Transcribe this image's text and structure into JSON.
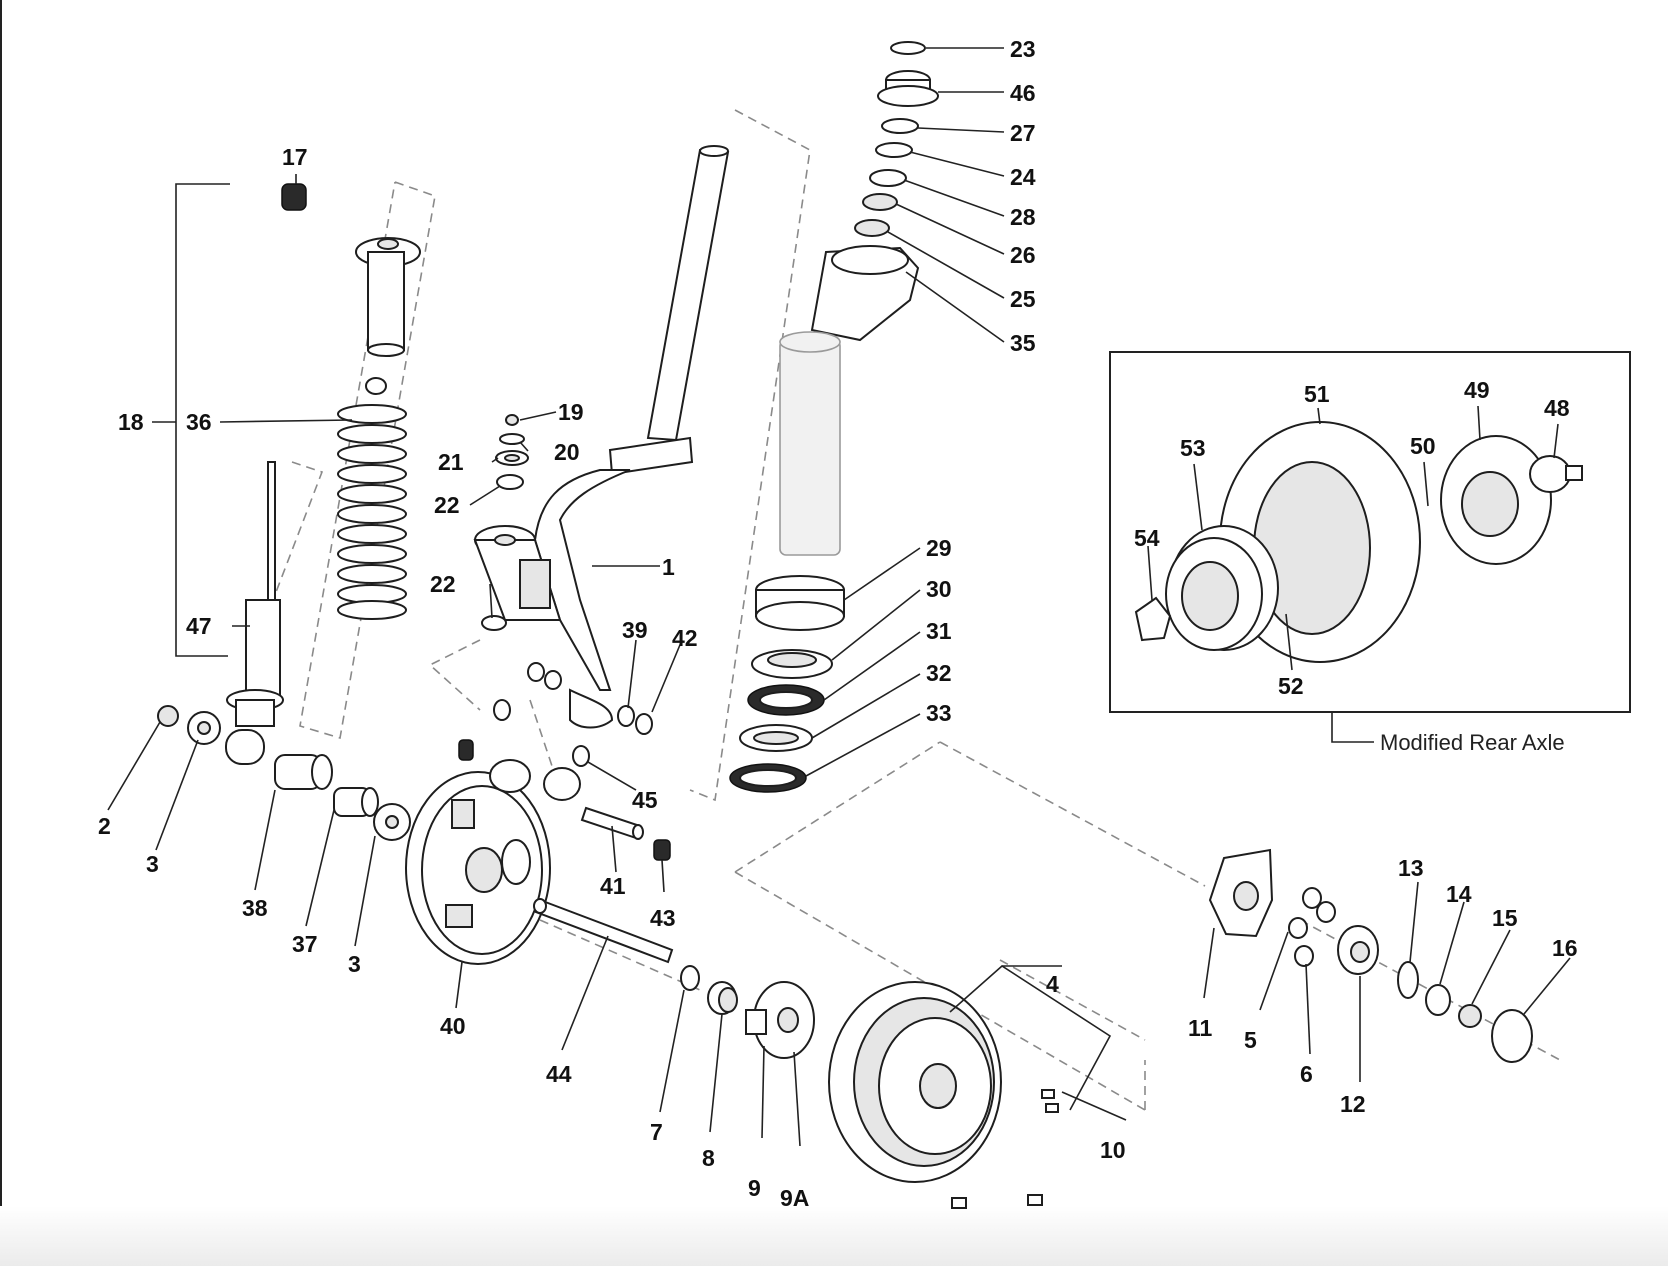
{
  "diagram": {
    "inset_caption": "Modified Rear Axle",
    "labels": {
      "l1": "1",
      "l2": "2",
      "l3a": "3",
      "l3b": "3",
      "l4": "4",
      "l5": "5",
      "l6": "6",
      "l7": "7",
      "l8": "8",
      "l9": "9",
      "l9a": "9A",
      "l10": "10",
      "l11": "11",
      "l12": "12",
      "l13": "13",
      "l14": "14",
      "l15": "15",
      "l16": "16",
      "l17": "17",
      "l18": "18",
      "l19": "19",
      "l20": "20",
      "l21": "21",
      "l22a": "22",
      "l22b": "22",
      "l23": "23",
      "l24": "24",
      "l25": "25",
      "l26": "26",
      "l27": "27",
      "l28": "28",
      "l29": "29",
      "l30": "30",
      "l31": "31",
      "l32": "32",
      "l33": "33",
      "l35": "35",
      "l36": "36",
      "l37": "37",
      "l38": "38",
      "l39": "39",
      "l40": "40",
      "l41": "41",
      "l42": "42",
      "l43": "43",
      "l44": "44",
      "l45": "45",
      "l46": "46",
      "l47": "47",
      "l48": "48",
      "l49": "49",
      "l50": "50",
      "l51": "51",
      "l52": "52",
      "l53": "53",
      "l54": "54"
    }
  }
}
